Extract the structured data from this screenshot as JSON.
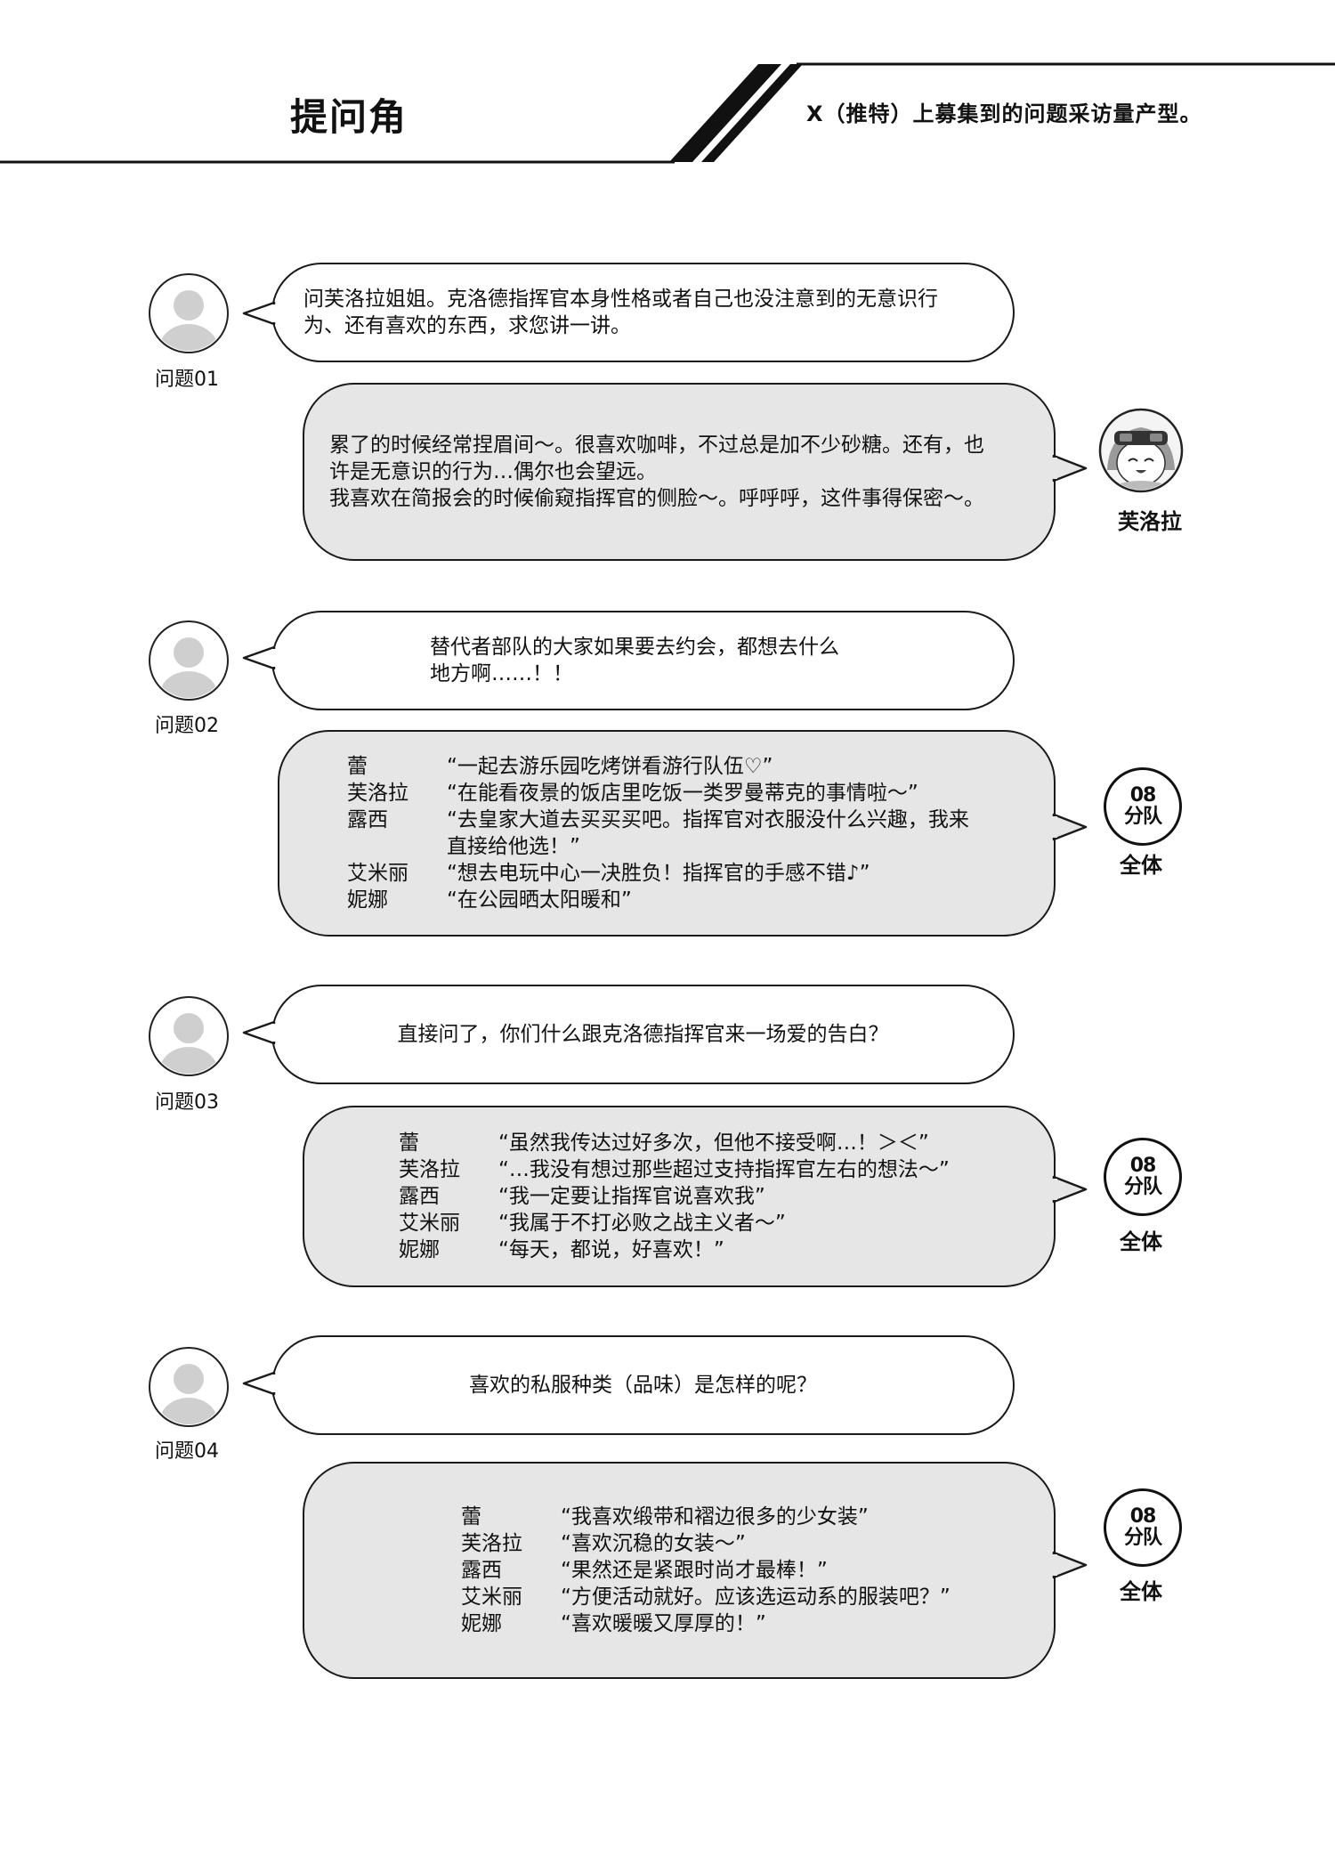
{
  "header": {
    "title": "提问角",
    "subtitle": "X（推特）上募集到的问题采访量产型。"
  },
  "q1": {
    "label": "问题01",
    "question": "问芙洛拉姐姐。克洛德指挥官本身性格或者自己也没注意到的无意识行\n为、还有喜欢的东西，求您讲一讲。",
    "answer": "累了的时候经常捏眉间～。很喜欢咖啡，不过总是加不少砂糖。还有，也\n许是无意识的行为…偶尔也会望远。\n我喜欢在简报会的时候偷窥指挥官的侧脸～。呼呼呼，这件事得保密～。",
    "responder": "芙洛拉"
  },
  "q2": {
    "label": "问题02",
    "question": "替代者部队的大家如果要去约会，都想去什么\n地方啊……！！",
    "responder": "全体",
    "answers": [
      {
        "speaker": "蕾",
        "text": "“一起去游乐园吃烤饼看游行队伍♡”"
      },
      {
        "speaker": "芙洛拉",
        "text": "“在能看夜景的饭店里吃饭一类罗曼蒂克的事情啦～”"
      },
      {
        "speaker": "露西",
        "text": "“去皇家大道去买买买吧。指挥官对衣服没什么兴趣，我来\n  直接给他选！”"
      },
      {
        "speaker": "艾米丽",
        "text": "“想去电玩中心一决胜负！指挥官的手感不错♪”"
      },
      {
        "speaker": "妮娜",
        "text": "“在公园晒太阳暖和”"
      }
    ]
  },
  "q3": {
    "label": "问题03",
    "question": "直接问了，你们什么跟克洛德指挥官来一场爱的告白？",
    "responder": "全体",
    "answers": [
      {
        "speaker": "蕾",
        "text": "“虽然我传达过好多次，但他不接受啊…！＞＜”"
      },
      {
        "speaker": "芙洛拉",
        "text": "“…我没有想过那些超过支持指挥官左右的想法～”"
      },
      {
        "speaker": "露西",
        "text": "“我一定要让指挥官说喜欢我”"
      },
      {
        "speaker": "艾米丽",
        "text": "“我属于不打必败之战主义者～”"
      },
      {
        "speaker": "妮娜",
        "text": "“每天，都说，好喜欢！”"
      }
    ]
  },
  "q4": {
    "label": "问题04",
    "question": "喜欢的私服种类（品味）是怎样的呢？",
    "responder": "全体",
    "answers": [
      {
        "speaker": "蕾",
        "text": "“我喜欢缎带和褶边很多的少女装”"
      },
      {
        "speaker": "芙洛拉",
        "text": "“喜欢沉稳的女装～”"
      },
      {
        "speaker": "露西",
        "text": "“果然还是紧跟时尚才最棒！”"
      },
      {
        "speaker": "艾米丽",
        "text": "“方便活动就好。应该选运动系的服装吧？”"
      },
      {
        "speaker": "妮娜",
        "text": "“喜欢暖暖又厚厚的！”"
      }
    ]
  },
  "badge": {
    "line1": "08",
    "line2": "分队"
  }
}
